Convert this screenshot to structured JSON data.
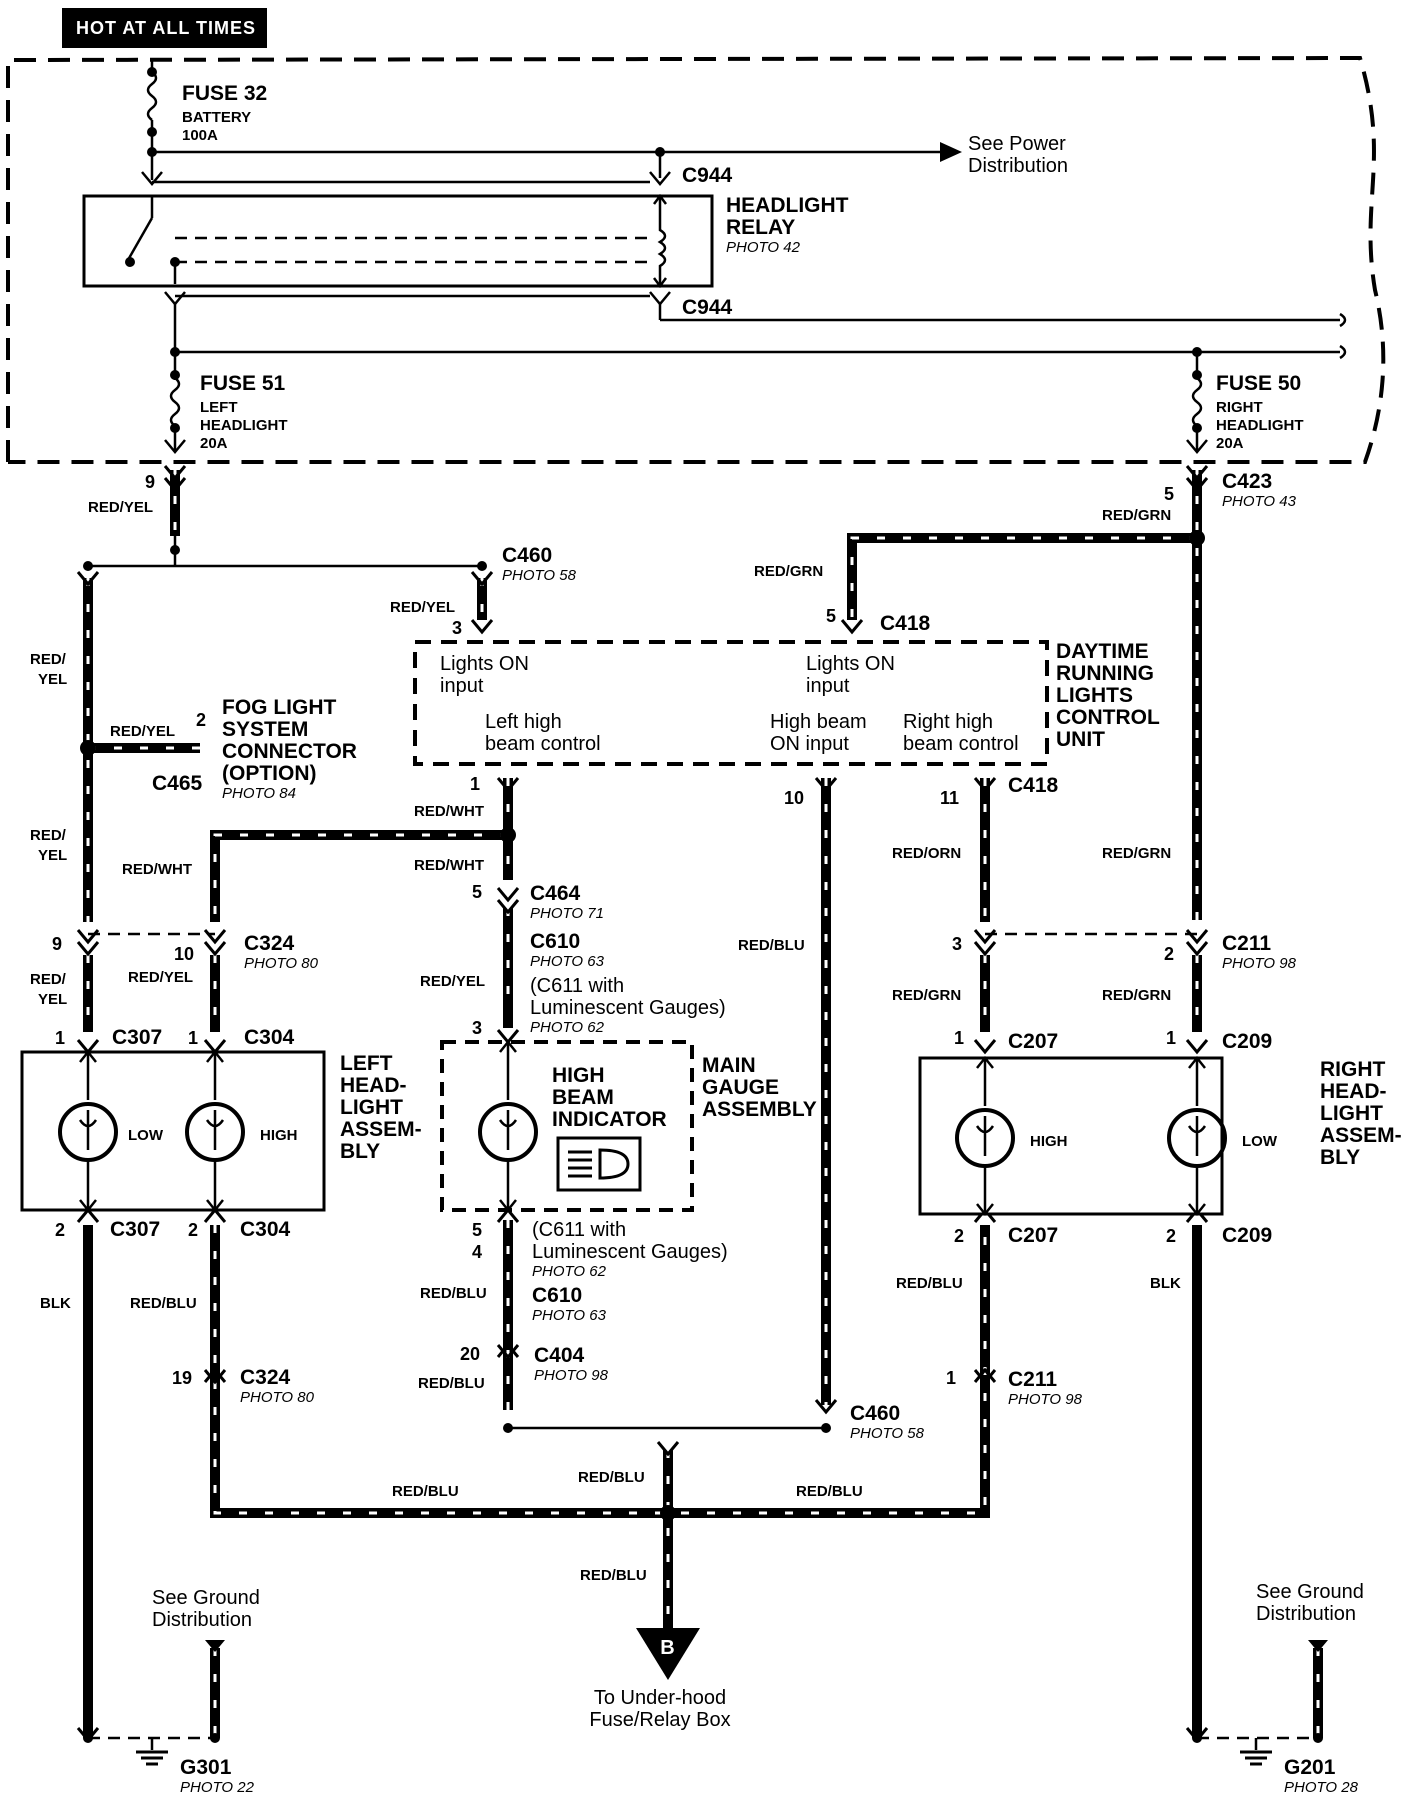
{
  "banner": "HOT AT ALL TIMES",
  "fuses": {
    "f32": {
      "name": "FUSE 32",
      "sub1": "BATTERY",
      "sub2": "100A"
    },
    "f51": {
      "name": "FUSE 51",
      "sub1": "LEFT",
      "sub2": "HEADLIGHT",
      "sub3": "20A"
    },
    "f50": {
      "name": "FUSE 50",
      "sub1": "RIGHT",
      "sub2": "HEADLIGHT",
      "sub3": "20A"
    }
  },
  "power_ref": {
    "line1": "See Power",
    "line2": "Distribution"
  },
  "relay": {
    "line1": "HEADLIGHT",
    "line2": "RELAY",
    "photo": "PHOTO 42"
  },
  "drl": {
    "title": [
      "DAYTIME",
      "RUNNING",
      "LIGHTS",
      "CONTROL",
      "UNIT"
    ],
    "lights_on_left": [
      "Lights ON",
      "input"
    ],
    "lights_on_right": [
      "Lights ON",
      "input"
    ],
    "left_high": [
      "Left high",
      "beam control"
    ],
    "high_on": [
      "High beam",
      "ON input"
    ],
    "right_high": [
      "Right high",
      "beam control"
    ]
  },
  "fog": {
    "title": [
      "FOG LIGHT",
      "SYSTEM",
      "CONNECTOR",
      "(OPTION)"
    ],
    "pin": "2",
    "wire": "RED/YEL",
    "conn": "C465",
    "photo": "PHOTO 84"
  },
  "left_assy": {
    "title": [
      "LEFT",
      "HEAD-",
      "LIGHT",
      "ASSEM-",
      "BLY"
    ],
    "low": "LOW",
    "high": "HIGH"
  },
  "right_assy": {
    "title": [
      "RIGHT",
      "HEAD-",
      "LIGHT",
      "ASSEM-",
      "BLY"
    ],
    "low": "LOW",
    "high": "HIGH"
  },
  "gauge": {
    "indicator": [
      "HIGH",
      "BEAM",
      "INDICATOR"
    ],
    "title": [
      "MAIN",
      "GAUGE",
      "ASSEMBLY"
    ],
    "lum_top": [
      "(C611 with",
      "Luminescent Gauges)"
    ],
    "lum_bot": [
      "(C611 with",
      "Luminescent Gauges)"
    ]
  },
  "connectors": {
    "c944": "C944",
    "c423": "C423",
    "c460": "C460",
    "c418": "C418",
    "c464": "C464",
    "c610": "C610",
    "c324": "C324",
    "c307": "C307",
    "c304": "C304",
    "c404": "C404",
    "c207": "C207",
    "c209": "C209",
    "c211": "C211"
  },
  "photos": {
    "p43": "PHOTO 43",
    "p58": "PHOTO 58",
    "p71": "PHOTO 71",
    "p63": "PHOTO 63",
    "p62": "PHOTO 62",
    "p80": "PHOTO 80",
    "p98": "PHOTO 98",
    "p22": "PHOTO 22",
    "p28": "PHOTO 28"
  },
  "wires": {
    "ry": "RED/YEL",
    "rg": "RED/GRN",
    "rw": "RED/WHT",
    "rb": "RED/BLU",
    "ro": "RED/ORN",
    "blk": "BLK",
    "red_split": "RED/",
    "yel_split": "YEL"
  },
  "pins": {
    "p1": "1",
    "p2": "2",
    "p3": "3",
    "p4": "4",
    "p5": "5",
    "p9": "9",
    "p10": "10",
    "p11": "11",
    "p19": "19",
    "p20": "20"
  },
  "grounds": {
    "left_ref": [
      "See Ground",
      "Distribution"
    ],
    "right_ref": [
      "See Ground",
      "Distribution"
    ],
    "g301": "G301",
    "g201": "G201"
  },
  "bottom": {
    "marker": "B",
    "dest": [
      "To Under-hood",
      "Fuse/Relay Box"
    ]
  }
}
